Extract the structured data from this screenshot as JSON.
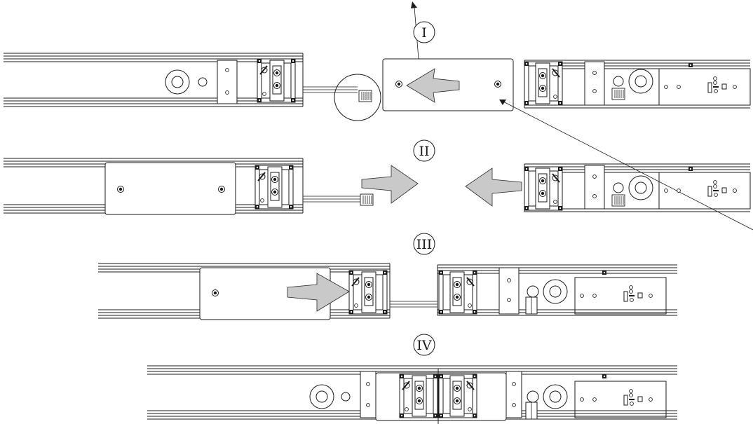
{
  "steps": [
    {
      "label": "I"
    },
    {
      "label": "II"
    },
    {
      "label": "III"
    },
    {
      "label": "IV"
    }
  ],
  "colors": {
    "line": "#1a1a1a",
    "arrow_fill": "#c9c9c9",
    "cover_fill": "#e8e8e8",
    "background": "#ffffff"
  }
}
